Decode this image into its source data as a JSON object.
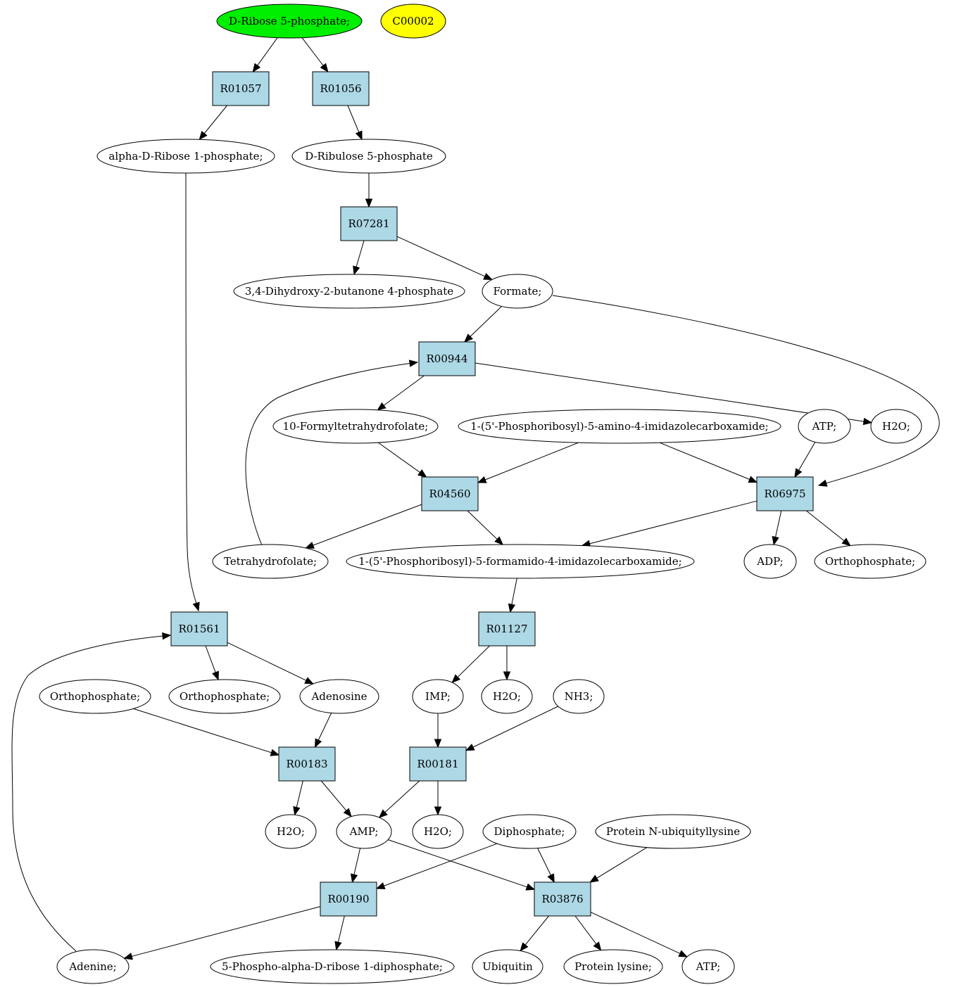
{
  "colors": {
    "reaction_fill": "#add8e6",
    "compound_fill": "#ffffff",
    "start_fill": "#00ee00",
    "highlight_fill": "#ffff00",
    "stroke": "#000000"
  },
  "nodes": [
    {
      "id": "c_r5p",
      "kind": "compound",
      "style": "start",
      "label": "D-Ribose 5-phosphate;"
    },
    {
      "id": "c_c00002",
      "kind": "compound",
      "style": "highlight",
      "label": "C00002"
    },
    {
      "id": "r01057",
      "kind": "reaction",
      "label": "R01057"
    },
    {
      "id": "r01056",
      "kind": "reaction",
      "label": "R01056"
    },
    {
      "id": "c_ar1p",
      "kind": "compound",
      "label": "alpha-D-Ribose 1-phosphate;"
    },
    {
      "id": "c_ru5p",
      "kind": "compound",
      "label": "D-Ribulose 5-phosphate"
    },
    {
      "id": "r07281",
      "kind": "reaction",
      "label": "R07281"
    },
    {
      "id": "c_dhbp",
      "kind": "compound",
      "label": "3,4-Dihydroxy-2-butanone 4-phosphate"
    },
    {
      "id": "c_formate",
      "kind": "compound",
      "label": "Formate;"
    },
    {
      "id": "r00944",
      "kind": "reaction",
      "label": "R00944"
    },
    {
      "id": "c_10fthf",
      "kind": "compound",
      "label": "10-Formyltetrahydrofolate;"
    },
    {
      "id": "c_aicar",
      "kind": "compound",
      "label": "1-(5'-Phosphoribosyl)-5-amino-4-imidazolecarboxamide;"
    },
    {
      "id": "c_atp1",
      "kind": "compound",
      "label": "ATP;"
    },
    {
      "id": "c_h2o1",
      "kind": "compound",
      "label": "H2O;"
    },
    {
      "id": "r04560",
      "kind": "reaction",
      "label": "R04560"
    },
    {
      "id": "r06975",
      "kind": "reaction",
      "label": "R06975"
    },
    {
      "id": "c_thf",
      "kind": "compound",
      "label": "Tetrahydrofolate;"
    },
    {
      "id": "c_faicar",
      "kind": "compound",
      "label": "1-(5'-Phosphoribosyl)-5-formamido-4-imidazolecarboxamide;"
    },
    {
      "id": "c_adp",
      "kind": "compound",
      "label": "ADP;"
    },
    {
      "id": "c_pi1",
      "kind": "compound",
      "label": "Orthophosphate;"
    },
    {
      "id": "r01561",
      "kind": "reaction",
      "label": "R01561"
    },
    {
      "id": "r01127",
      "kind": "reaction",
      "label": "R01127"
    },
    {
      "id": "c_pi2",
      "kind": "compound",
      "label": "Orthophosphate;"
    },
    {
      "id": "c_pi3",
      "kind": "compound",
      "label": "Orthophosphate;"
    },
    {
      "id": "c_adenosine",
      "kind": "compound",
      "label": "Adenosine"
    },
    {
      "id": "c_imp",
      "kind": "compound",
      "label": "IMP;"
    },
    {
      "id": "c_h2o2",
      "kind": "compound",
      "label": "H2O;"
    },
    {
      "id": "c_nh3",
      "kind": "compound",
      "label": "NH3;"
    },
    {
      "id": "r00183",
      "kind": "reaction",
      "label": "R00183"
    },
    {
      "id": "r00181",
      "kind": "reaction",
      "label": "R00181"
    },
    {
      "id": "c_h2o3",
      "kind": "compound",
      "label": "H2O;"
    },
    {
      "id": "c_amp",
      "kind": "compound",
      "label": "AMP;"
    },
    {
      "id": "c_h2o4",
      "kind": "compound",
      "label": "H2O;"
    },
    {
      "id": "c_ppi",
      "kind": "compound",
      "label": "Diphosphate;"
    },
    {
      "id": "c_protub",
      "kind": "compound",
      "label": "Protein N-ubiquityllysine"
    },
    {
      "id": "r00190",
      "kind": "reaction",
      "label": "R00190"
    },
    {
      "id": "r03876",
      "kind": "reaction",
      "label": "R03876"
    },
    {
      "id": "c_adenine",
      "kind": "compound",
      "label": "Adenine;"
    },
    {
      "id": "c_prpp",
      "kind": "compound",
      "label": "5-Phospho-alpha-D-ribose 1-diphosphate;"
    },
    {
      "id": "c_ubiquitin",
      "kind": "compound",
      "label": "Ubiquitin"
    },
    {
      "id": "c_protlys",
      "kind": "compound",
      "label": "Protein lysine;"
    },
    {
      "id": "c_atp2",
      "kind": "compound",
      "label": "ATP;"
    }
  ],
  "edges": [
    {
      "from": "c_r5p",
      "to": "r01057"
    },
    {
      "from": "c_r5p",
      "to": "r01056"
    },
    {
      "from": "r01057",
      "to": "c_ar1p"
    },
    {
      "from": "r01056",
      "to": "c_ru5p"
    },
    {
      "from": "c_ru5p",
      "to": "r07281"
    },
    {
      "from": "r07281",
      "to": "c_dhbp"
    },
    {
      "from": "r07281",
      "to": "c_formate"
    },
    {
      "from": "c_formate",
      "to": "r00944"
    },
    {
      "from": "c_formate",
      "to": "r06975"
    },
    {
      "from": "c_thf",
      "to": "r00944"
    },
    {
      "from": "r00944",
      "to": "c_10fthf"
    },
    {
      "from": "r00944",
      "to": "c_h2o1"
    },
    {
      "from": "c_10fthf",
      "to": "r04560"
    },
    {
      "from": "c_aicar",
      "to": "r04560"
    },
    {
      "from": "c_aicar",
      "to": "r06975"
    },
    {
      "from": "c_atp1",
      "to": "r06975"
    },
    {
      "from": "r04560",
      "to": "c_thf"
    },
    {
      "from": "r04560",
      "to": "c_faicar"
    },
    {
      "from": "r06975",
      "to": "c_faicar"
    },
    {
      "from": "r06975",
      "to": "c_adp"
    },
    {
      "from": "r06975",
      "to": "c_pi1"
    },
    {
      "from": "c_faicar",
      "to": "r01127"
    },
    {
      "from": "c_ar1p",
      "to": "r01561"
    },
    {
      "from": "c_adenine",
      "to": "r01561"
    },
    {
      "from": "r01561",
      "to": "c_pi3"
    },
    {
      "from": "r01561",
      "to": "c_adenosine"
    },
    {
      "from": "r01127",
      "to": "c_imp"
    },
    {
      "from": "r01127",
      "to": "c_h2o2"
    },
    {
      "from": "c_pi2",
      "to": "r00183"
    },
    {
      "from": "c_adenosine",
      "to": "r00183"
    },
    {
      "from": "c_imp",
      "to": "r00181"
    },
    {
      "from": "c_nh3",
      "to": "r00181"
    },
    {
      "from": "r00183",
      "to": "c_h2o3"
    },
    {
      "from": "r00183",
      "to": "c_amp"
    },
    {
      "from": "r00181",
      "to": "c_amp"
    },
    {
      "from": "r00181",
      "to": "c_h2o4"
    },
    {
      "from": "c_amp",
      "to": "r00190"
    },
    {
      "from": "c_amp",
      "to": "r03876"
    },
    {
      "from": "c_ppi",
      "to": "r00190"
    },
    {
      "from": "c_ppi",
      "to": "r03876"
    },
    {
      "from": "c_protub",
      "to": "r03876"
    },
    {
      "from": "r00190",
      "to": "c_adenine"
    },
    {
      "from": "r00190",
      "to": "c_prpp"
    },
    {
      "from": "r03876",
      "to": "c_ubiquitin"
    },
    {
      "from": "r03876",
      "to": "c_protlys"
    },
    {
      "from": "r03876",
      "to": "c_atp2"
    }
  ]
}
